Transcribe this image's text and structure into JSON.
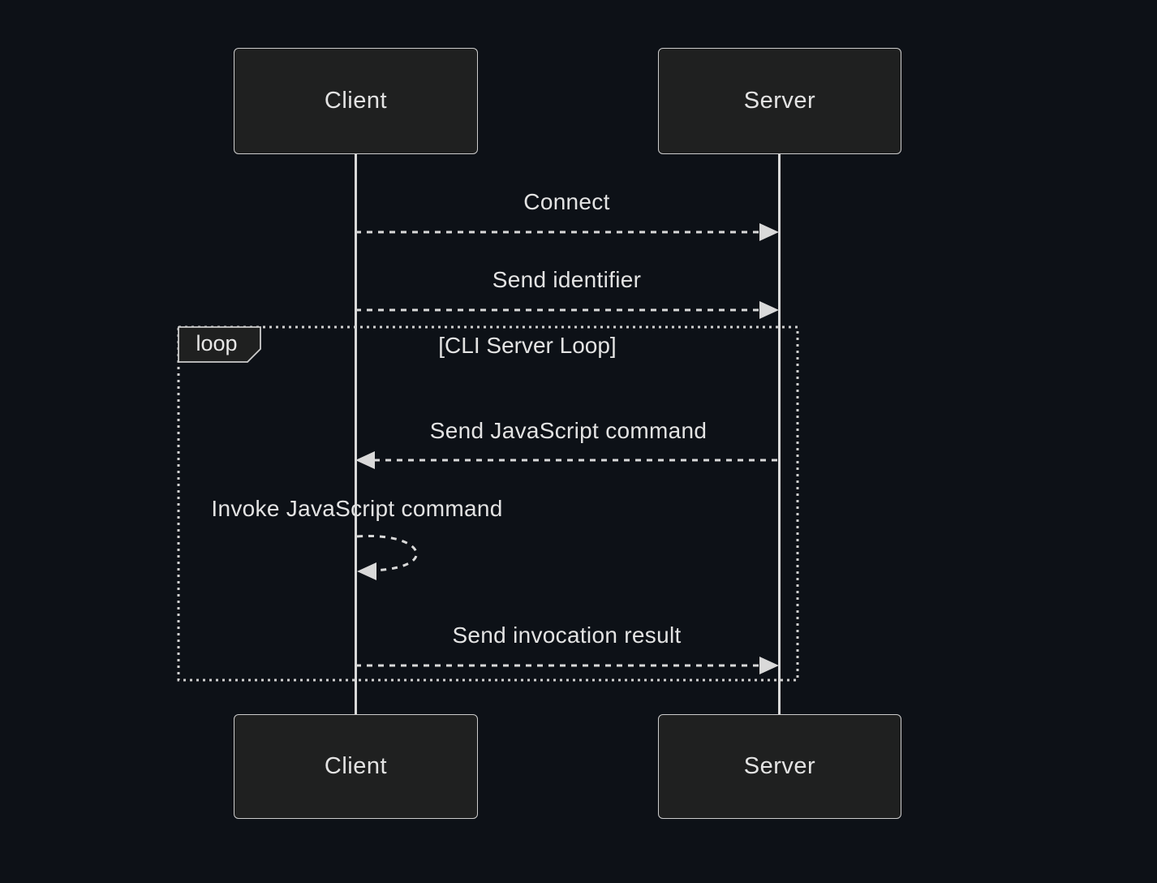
{
  "diagram": {
    "type": "sequence",
    "actors": [
      {
        "name": "Client"
      },
      {
        "name": "Server"
      }
    ],
    "messages": [
      {
        "label": "Connect",
        "from": "Client",
        "to": "Server",
        "style": "dashed"
      },
      {
        "label": "Send identifier",
        "from": "Client",
        "to": "Server",
        "style": "dashed"
      },
      {
        "label": "Send JavaScript command",
        "from": "Server",
        "to": "Client",
        "style": "dashed"
      },
      {
        "label": "Invoke JavaScript command",
        "from": "Client",
        "to": "Client",
        "style": "dashed-self-loop"
      },
      {
        "label": "Send invocation result",
        "from": "Client",
        "to": "Server",
        "style": "dashed"
      }
    ],
    "loop": {
      "label": "loop",
      "condition": "[CLI Server Loop]"
    },
    "colors": {
      "background": "#0d1117",
      "actor_fill": "#1f2020",
      "actor_border": "#cccccc",
      "line": "#d9d9d9",
      "text": "#e3e3e3"
    }
  }
}
